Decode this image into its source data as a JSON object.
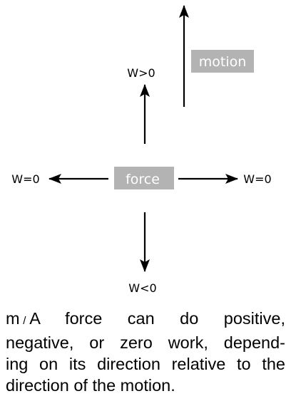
{
  "labels": {
    "motion": "motion",
    "force": "force",
    "work_up": "W>0",
    "work_left": "W=0",
    "work_right": "W=0",
    "work_down": "W<0"
  },
  "caption": {
    "tag_letter_1": "m",
    "tag_slash": "/",
    "tag_letter_2": "A",
    "line1": "force can do positive,",
    "line2": "negative, or zero work, depend-",
    "line3": "ing on its direction relative to the",
    "line4": "direction of the motion."
  },
  "colors": {
    "box_fill": "#b3b3b3",
    "box_text": "#ffffff",
    "arrow": "#000000"
  }
}
